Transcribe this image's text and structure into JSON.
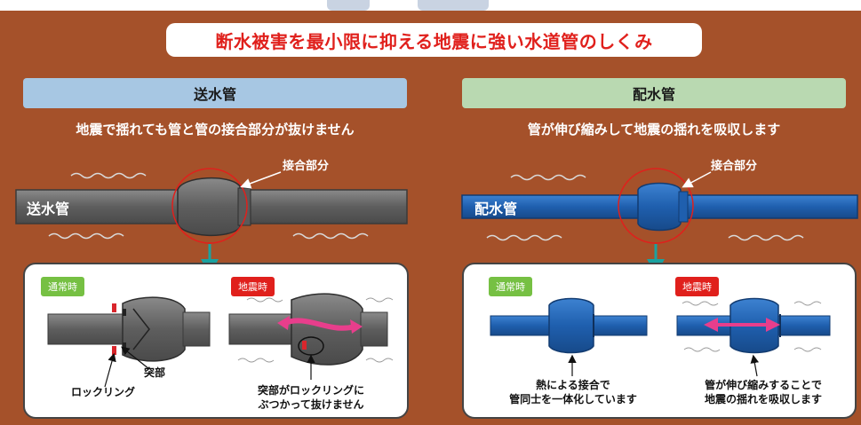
{
  "title": "断水被害を最小限に抑える地震に強い水道管のしくみ",
  "left": {
    "header": "送水管",
    "description": "地震で揺れても管と管の接合部分が抜けません",
    "pipe_label": "送水管",
    "joint_label": "接合部分",
    "pipe_color": "#6a6a6a",
    "normal_badge": "通常時",
    "quake_badge": "地震時",
    "label_projection": "突部",
    "label_lockring": "ロックリング",
    "caption_quake_line1": "突部がロックリングに",
    "caption_quake_line2": "ぶつかって抜けません"
  },
  "right": {
    "header": "配水管",
    "description": "管が伸び縮みして地震の揺れを吸収します",
    "pipe_label": "配水管",
    "joint_label": "接合部分",
    "pipe_color": "#1f5fae",
    "normal_badge": "通常時",
    "quake_badge": "地震時",
    "caption_normal_line1": "熱による接合で",
    "caption_normal_line2": "管同士を一体化しています",
    "caption_quake_line1": "管が伸び縮みすることで",
    "caption_quake_line2": "地震の揺れを吸収します"
  },
  "colors": {
    "background": "#a5512a",
    "title_text": "#e0201c",
    "left_header_bg": "#a7c7e3",
    "right_header_bg": "#b9d9b1",
    "arrow_teal": "#1aa2a0",
    "circle_red": "#e0201c",
    "shake_arrow_pink": "#e83e8c",
    "lock_ring_red": "#d9262c"
  }
}
